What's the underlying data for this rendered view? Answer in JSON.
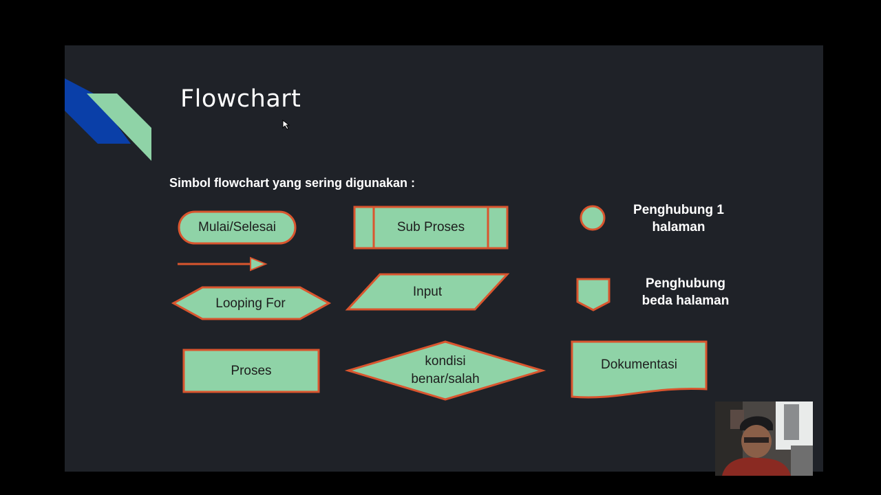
{
  "slide": {
    "title": "Flowchart",
    "subtitle": "Simbol flowchart yang sering digunakan :"
  },
  "symbols": {
    "mulai_selesai": "Mulai/Selesai",
    "sub_proses": "Sub Proses",
    "looping_for": "Looping For",
    "input_line1": "Input",
    "proses": "Proses",
    "kondisi_line1": "kondisi",
    "kondisi_line2": "benar/salah",
    "dokumentasi": "Dokumentasi"
  },
  "connectors": {
    "page_line1": "Penghubung 1",
    "page_line2": "halaman",
    "offpage_line1": "Penghubung",
    "offpage_line2": "beda halaman"
  },
  "colors": {
    "screen_bg": "#000000",
    "slide_bg": "#1f2228",
    "shape_fill": "#8fd3a7",
    "shape_stroke": "#d9552e",
    "deco_blue": "#0a3fa8",
    "deco_green": "#8fd3a7"
  }
}
